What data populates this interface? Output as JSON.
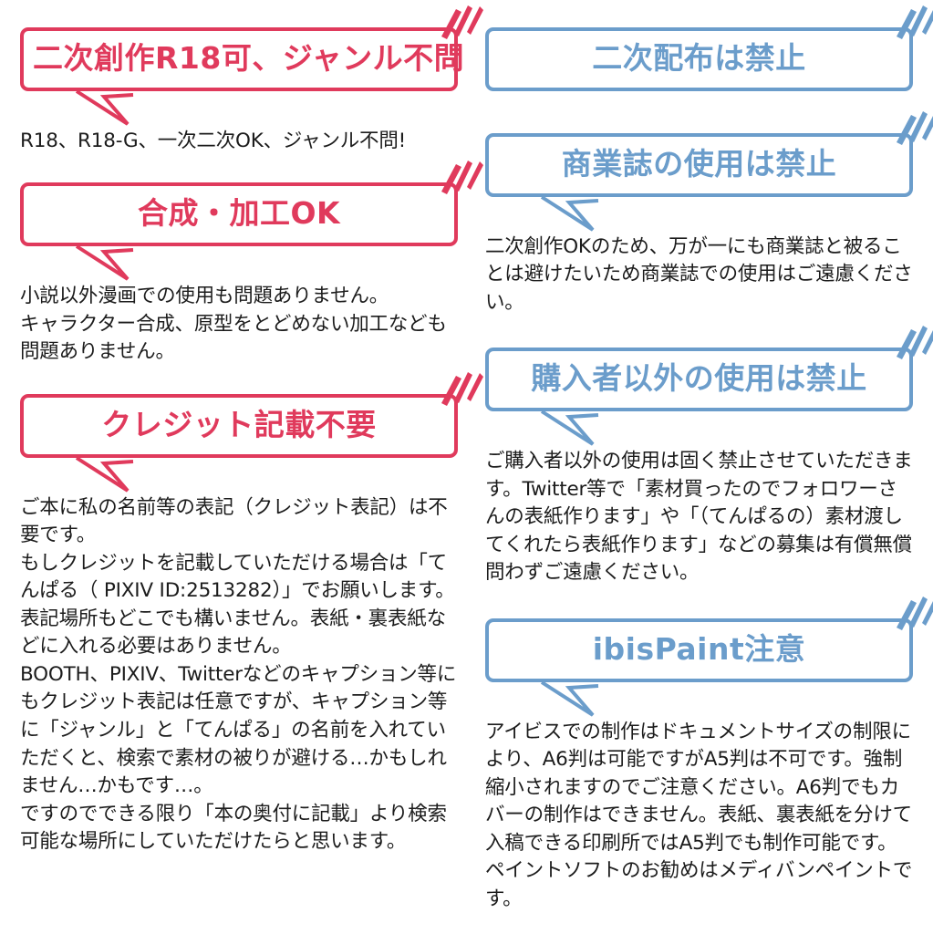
{
  "accent_colors": {
    "pink": "#E03A5C",
    "blue": "#6B9DCB",
    "body_text": "#1c1c1c",
    "background": "#ffffff"
  },
  "left_column": {
    "sections": [
      {
        "title": "二次創作R18可、ジャンル不問",
        "has_tail": true,
        "body": "R18、R18-G、一次二次OK、ジャンル不問!"
      },
      {
        "title": "合成・加工OK",
        "has_tail": true,
        "body": "小説以外漫画での使用も問題ありません。\nキャラクター合成、原型をとどめない加工なども問題ありません。"
      },
      {
        "title": "クレジット記載不要",
        "has_tail": true,
        "body": "ご本に私の名前等の表記（クレジット表記）は不要です。\nもしクレジットを記載していただける場合は「てんぱる（ PIXIV ID:2513282）」でお願いします。表記場所もどこでも構いません。表紙・裏表紙などに入れる必要はありません。\nBOOTH、PIXIV、Twitterなどのキャプション等にもクレジット表記は任意ですが、キャプション等に「ジャンル」と「てんぱる」の名前を入れていただくと、検索で素材の被りが避ける…かもしれません…かもです…。\nですのでできる限り「本の奥付に記載」より検索可能な場所にしていただけたらと思います。"
      }
    ]
  },
  "right_column": {
    "sections": [
      {
        "title": "二次配布は禁止",
        "has_tail": false,
        "body": ""
      },
      {
        "title": "商業誌の使用は禁止",
        "has_tail": true,
        "body": "二次創作OKのため、万が一にも商業誌と被ることは避けたいため商業誌での使用はご遠慮ください。"
      },
      {
        "title": "購入者以外の使用は禁止",
        "has_tail": true,
        "body": "ご購入者以外の使用は固く禁止させていただきます。Twitter等で「素材買ったのでフォロワーさんの表紙作ります」や「（てんぱるの）素材渡してくれたら表紙作ります」などの募集は有償無償問わずご遠慮ください。"
      },
      {
        "title": "ibisPaint注意",
        "has_tail": true,
        "body": "アイビスでの制作はドキュメントサイズの制限により、A6判は可能ですがA5判は不可です。強制縮小されますのでご注意ください。A6判でもカバーの制作はできません。表紙、裏表紙を分けて入稿できる印刷所ではA5判でも制作可能です。ペイントソフトのお勧めはメディバンペイントです。"
      }
    ]
  }
}
